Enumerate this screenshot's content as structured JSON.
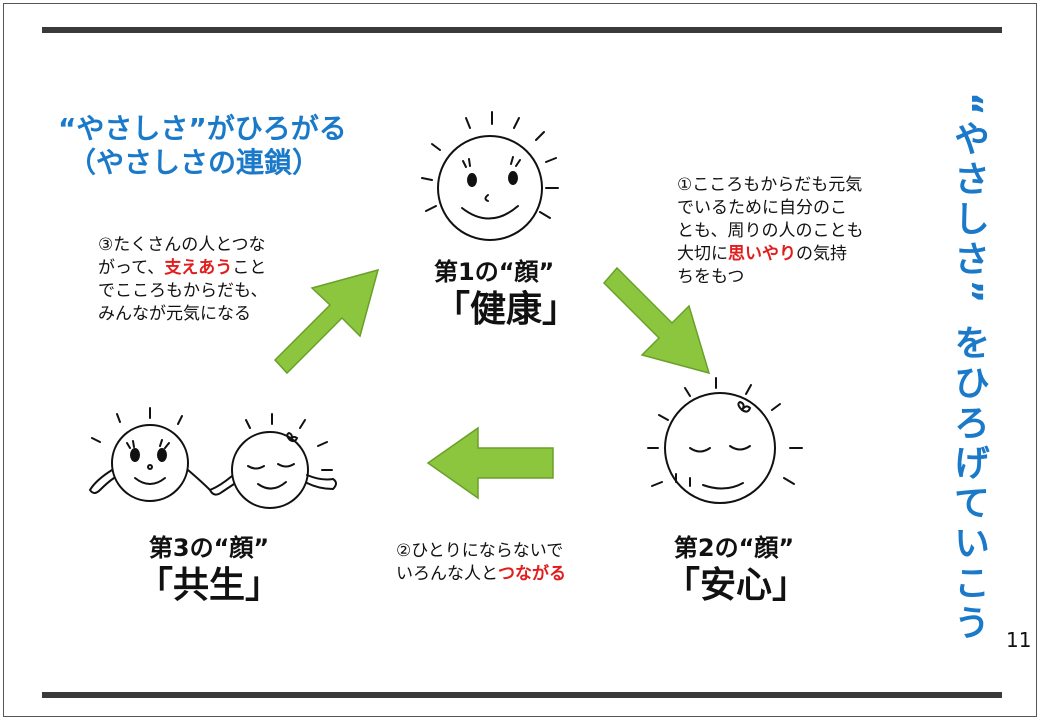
{
  "heading": {
    "line1": "“やさしさ”がひろがる",
    "line2": "（やさしさの連鎖）"
  },
  "vertical_slogan": "“やさしさ” をひろげていこう",
  "faces": {
    "first": {
      "sub": "第1の“顔”",
      "main": "「健康」"
    },
    "second": {
      "sub": "第2の“顔”",
      "main": "「安心」"
    },
    "third": {
      "sub": "第3の“顔”",
      "main": "「共生」"
    }
  },
  "notes": {
    "one": {
      "line1": "①こころもからだも元気",
      "line2": "でいるために自分のこ",
      "line3": "とも、周りの人のことも",
      "line4_pre": "大切に",
      "line4_red": "思いやり",
      "line4_post": "の気持",
      "line5": "ちをもつ"
    },
    "two": {
      "line1": "②ひとりにならないで",
      "line2_pre": "いろんな人と",
      "line2_red": "つながる"
    },
    "three": {
      "line1": "③たくさんの人とつな",
      "line2_pre": "がって、",
      "line2_red": "支えあう",
      "line2_post": "こと",
      "line3": "でこころもからだも、",
      "line4": "みんなが元気になる"
    }
  },
  "page_number": "11",
  "colors": {
    "accent_blue": "#1a7ac9",
    "highlight_red": "#e21d1d",
    "arrow_green": "#8cc63e",
    "arrow_stroke": "#6aa02a",
    "rule": "#3a3a3a"
  },
  "icons": [
    "smiling-sun-face-icon",
    "sleeping-face-icon",
    "holding-hands-faces-icon",
    "arrow-up-right-icon",
    "arrow-down-right-icon",
    "arrow-left-icon"
  ]
}
